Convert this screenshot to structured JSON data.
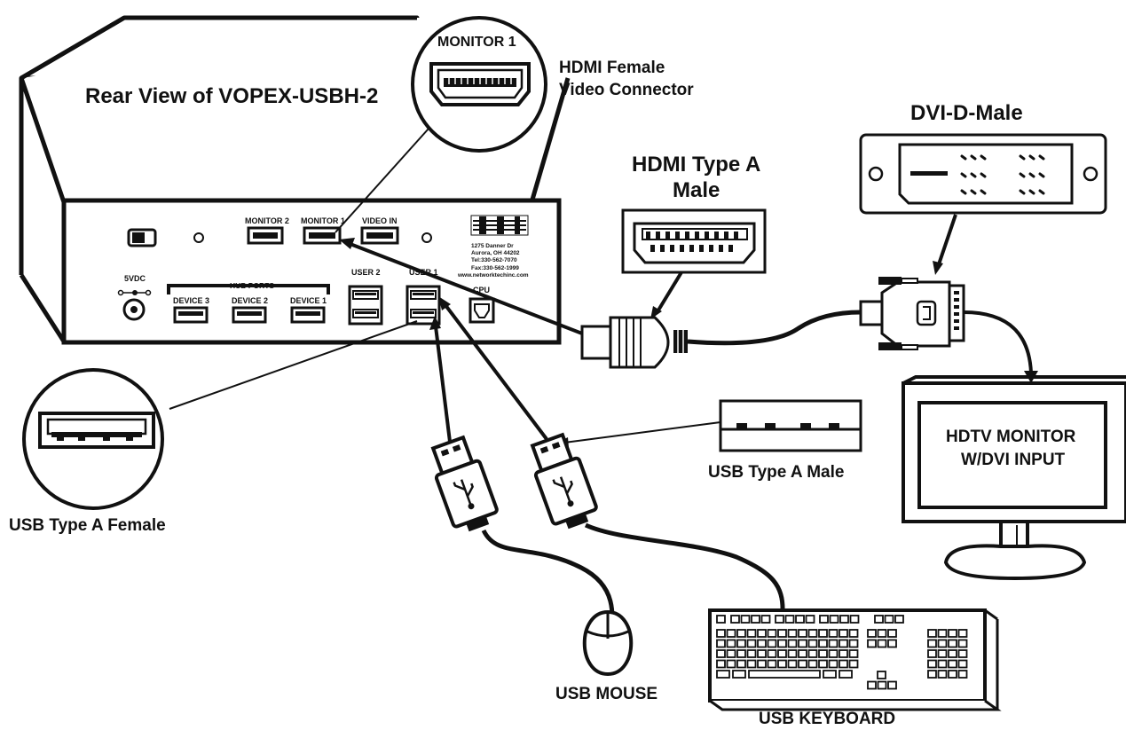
{
  "title": "Rear View of VOPEX-USBH-2",
  "callouts": {
    "monitor1_port": "MONITOR 1",
    "hdmi_female": [
      "HDMI Female",
      "Video Connector"
    ],
    "hdmi_male": [
      "HDMI Type A",
      "Male"
    ],
    "dvi_male": "DVI-D-Male",
    "usb_female": "USB Type A Female",
    "usb_male": "USB Type A Male",
    "monitor": [
      "HDTV MONITOR",
      "W/DVI INPUT"
    ],
    "mouse": "USB MOUSE",
    "keyboard": "USB KEYBOARD"
  },
  "panel": {
    "monitor2": "MONITOR 2",
    "monitor1": "MONITOR 1",
    "video_in": "VIDEO IN",
    "power": "5VDC",
    "hub_ports": "HUB PORTS",
    "device3": "DEVICE 3",
    "device2": "DEVICE 2",
    "device1": "DEVICE 1",
    "user2": "USER 2",
    "user1": "USER 1",
    "cpu": "CPU",
    "address": [
      "1275 Danner Dr",
      "Aurora, OH 44202",
      "Tel:330-562-7070",
      "Fax:330-562-1999",
      "www.networktechinc.com"
    ]
  }
}
